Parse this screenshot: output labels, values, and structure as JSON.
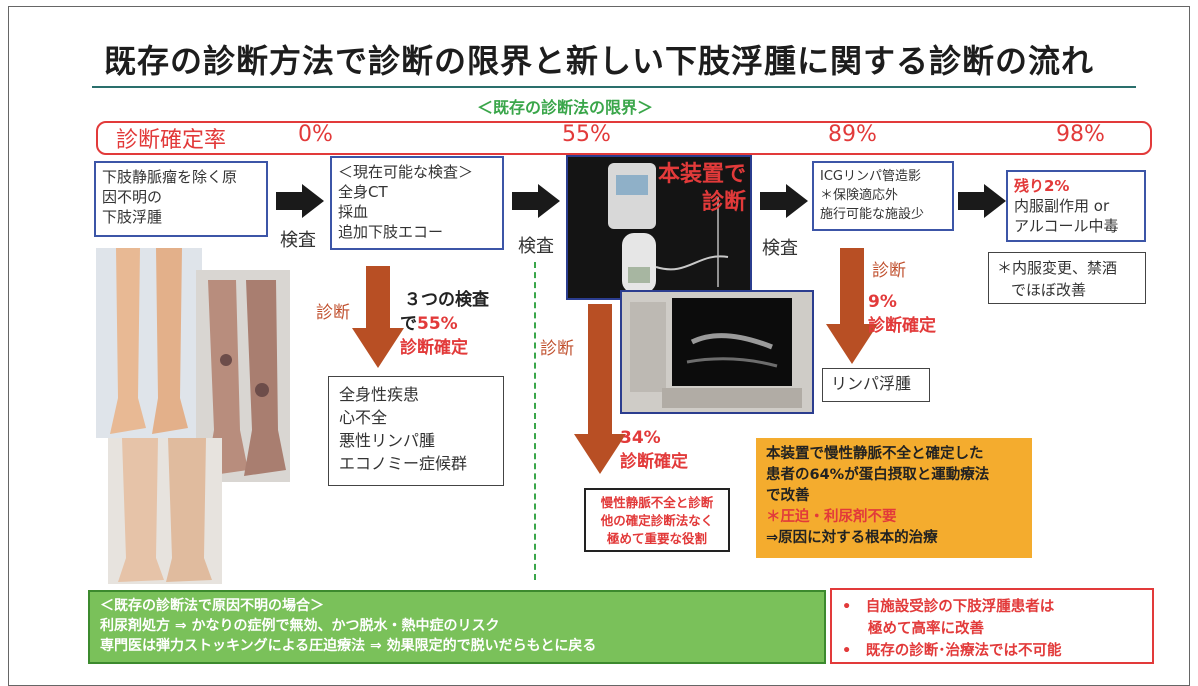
{
  "title": "既存の診断方法で診断の限界と新しい下肢浮腫に関する診断の流れ",
  "subtitle": "＜既存の診断法の限界＞",
  "rate_label": "診断確定率",
  "rates": [
    "0%",
    "55%",
    "89%",
    "98%"
  ],
  "box1": [
    "下肢静脈瘤を除く原",
    "因不明の",
    "下肢浮腫"
  ],
  "box2": [
    "＜現在可能な検査＞",
    "全身CT",
    "採血",
    "追加下肢エコー"
  ],
  "device_label": [
    "本装置で",
    "診断"
  ],
  "box3": [
    "ICGリンパ管造影",
    "＊保険適応外",
    "施行可能な施設少"
  ],
  "box4": {
    "remain": "残り2%",
    "lines": [
      "内服副作用 or",
      "アルコール中毒"
    ]
  },
  "note_box": [
    "＊内服変更、禁酒",
    "でほぼ改善"
  ],
  "kensa": "検査",
  "shindan": "診断",
  "step1": {
    "line1": "３つの検査",
    "line2_prefix": "で",
    "line2_value": "55%",
    "line3": "診断確定"
  },
  "step2": {
    "value": "34%",
    "label": "診断確定"
  },
  "step3": {
    "value": "9%",
    "label": "診断確定"
  },
  "diseases": [
    "全身性疾患",
    "心不全",
    "悪性リンパ腫",
    "エコノミー症候群"
  ],
  "lymph": "リンパ浮腫",
  "important_box": [
    "慢性静脈不全と診断",
    "他の確定診断法なく",
    "極めて重要な役割"
  ],
  "orange_box": {
    "lines": [
      "本装置で慢性静脈不全と確定した",
      "患者の64%が蛋白摂取と運動療法",
      "で改善"
    ],
    "red_line": "＊圧迫・利尿剤不要",
    "last_line": "⇒原因に対する根本的治療"
  },
  "green_box": [
    "＜既存の診断法で原因不明の場合＞",
    "利尿剤処方 ⇒ かなりの症例で無効、かつ脱水・熱中症のリスク",
    "専門医は弾力ストッキングによる圧迫療法 ⇒ 効果限定的で脱いだらもとに戻る"
  ],
  "red_box": [
    "•　自施設受診の下肢浮腫患者は",
    "極めて高率に改善",
    "•　既存の診断･治療法では不可能"
  ],
  "colors": {
    "accent_red": "#e23a3a",
    "arrow_brown": "#b84f24",
    "box_blue": "#3c55a7",
    "green": "#3aa64a",
    "orange": "#f4ac2e"
  }
}
